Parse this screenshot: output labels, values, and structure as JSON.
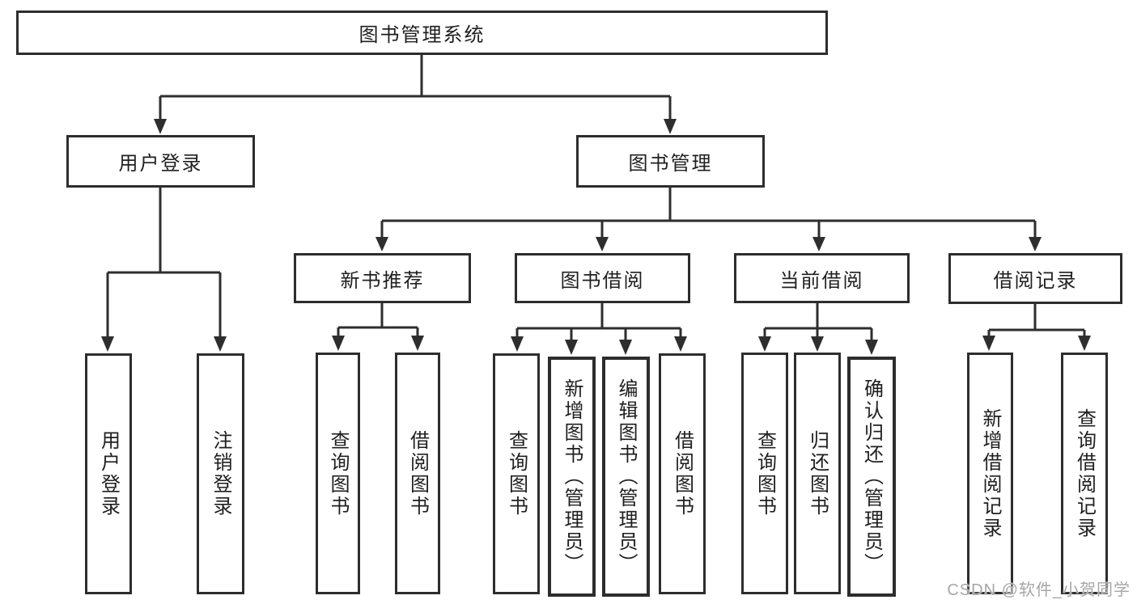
{
  "colors": {
    "background": "#ffffff",
    "line": "#2e2e2e",
    "box_border": "#2d2d2d",
    "text": "#1f1f1f",
    "watermark": "#a6a6a6"
  },
  "watermark": {
    "text": "CSDN @软件_小贺同学"
  },
  "nodes": {
    "root": {
      "label": "图书管理系统"
    },
    "level1": [
      {
        "label": "用户登录"
      },
      {
        "label": "图书管理"
      }
    ],
    "level2": [
      {
        "label": "新书推荐",
        "parent": "图书管理"
      },
      {
        "label": "图书借阅",
        "parent": "图书管理"
      },
      {
        "label": "当前借阅",
        "parent": "图书管理"
      },
      {
        "label": "借阅记录",
        "parent": "图书管理"
      }
    ],
    "leaves": [
      {
        "label": "用户登录",
        "parent": "用户登录"
      },
      {
        "label": "注销登录",
        "parent": "用户登录"
      },
      {
        "label": "查询图书",
        "parent": "新书推荐"
      },
      {
        "label": "借阅图书",
        "parent": "新书推荐"
      },
      {
        "label": "查询图书",
        "parent": "图书借阅"
      },
      {
        "label": "新增图书（管理员）",
        "parent": "图书借阅"
      },
      {
        "label": "编辑图书（管理员）",
        "parent": "图书借阅"
      },
      {
        "label": "借阅图书",
        "parent": "图书借阅"
      },
      {
        "label": "查询图书",
        "parent": "当前借阅"
      },
      {
        "label": "归还图书",
        "parent": "当前借阅"
      },
      {
        "label": "确认归还（管理员）",
        "parent": "当前借阅"
      },
      {
        "label": "新增借阅记录",
        "parent": "借阅记录"
      },
      {
        "label": "查询借阅记录",
        "parent": "借阅记录"
      }
    ]
  }
}
